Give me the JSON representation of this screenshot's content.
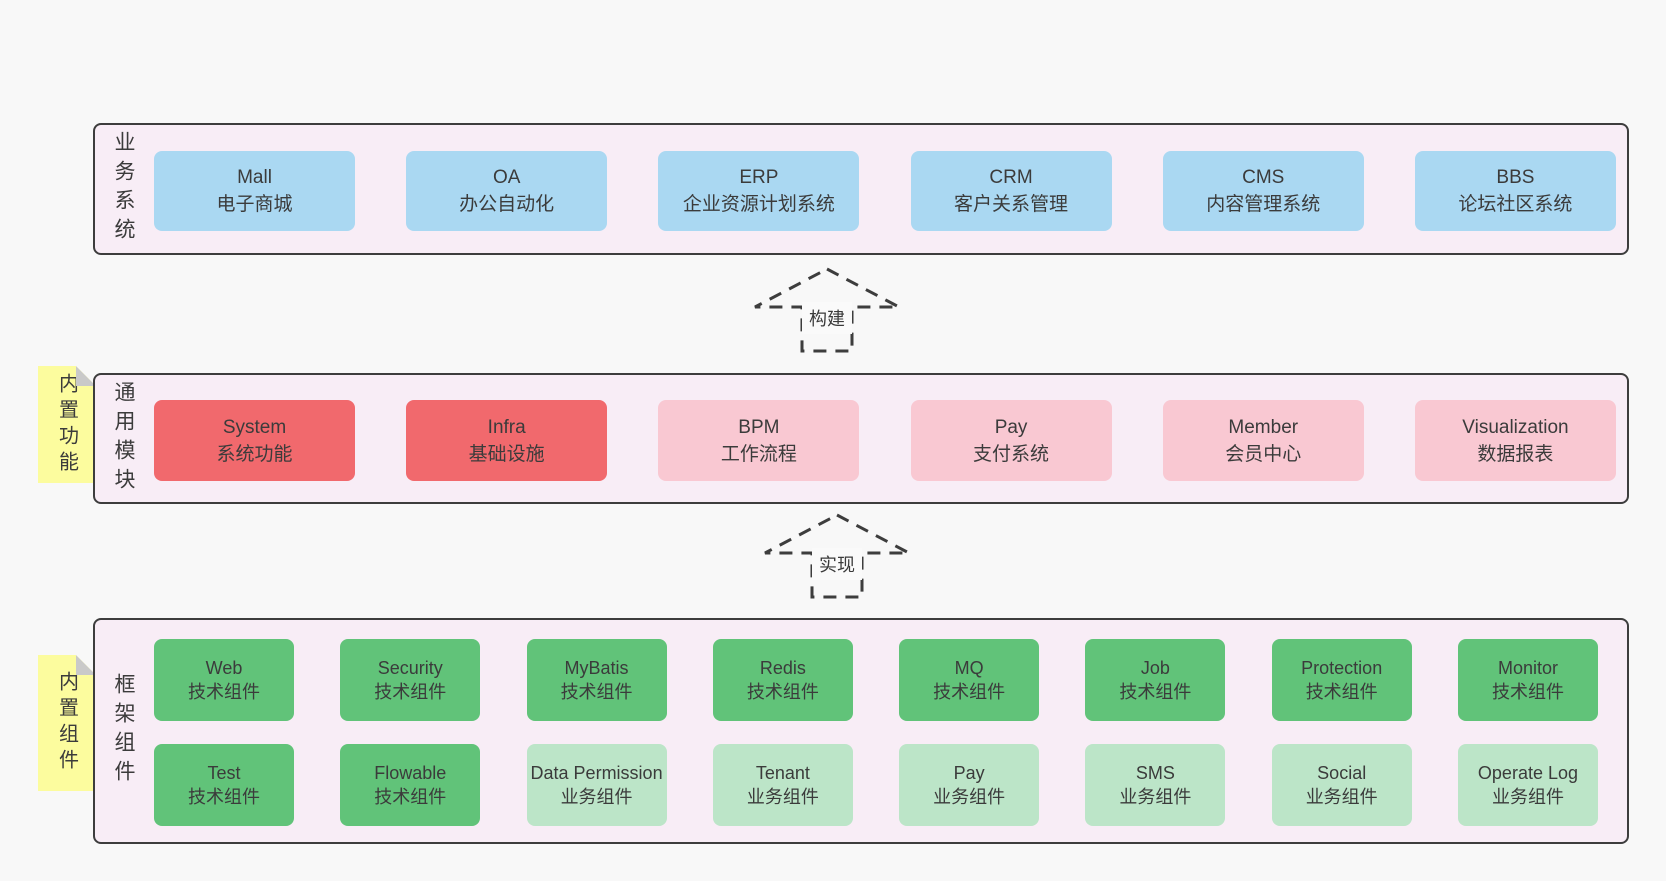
{
  "colors": {
    "page_background": "#f8f8f8",
    "container_fill": "#f8edf6",
    "container_border": "#3d3d3d",
    "box_blue": "#aad8f2",
    "box_red": "#f1696d",
    "box_pink": "#f9c8d2",
    "box_green": "#61c379",
    "box_green_light": "#bce5c8",
    "note_yellow": "#fcfc9e",
    "note_fold_gray": "#c9c9c9",
    "text": "#3b3b3b"
  },
  "arrows": [
    {
      "label": "构建"
    },
    {
      "label": "实现"
    }
  ],
  "layers": {
    "business": {
      "label": "业务系统",
      "boxes": [
        {
          "name": "Mall",
          "desc": "电子商城"
        },
        {
          "name": "OA",
          "desc": "办公自动化"
        },
        {
          "name": "ERP",
          "desc": "企业资源计划系统"
        },
        {
          "name": "CRM",
          "desc": "客户关系管理"
        },
        {
          "name": "CMS",
          "desc": "内容管理系统"
        },
        {
          "name": "BBS",
          "desc": "论坛社区系统"
        }
      ]
    },
    "modules": {
      "label": "通用模块",
      "note": "内置功能",
      "boxes": [
        {
          "name": "System",
          "desc": "系统功能"
        },
        {
          "name": "Infra",
          "desc": "基础设施"
        },
        {
          "name": "BPM",
          "desc": "工作流程"
        },
        {
          "name": "Pay",
          "desc": "支付系统"
        },
        {
          "name": "Member",
          "desc": "会员中心"
        },
        {
          "name": "Visualization",
          "desc": "数据报表"
        }
      ]
    },
    "framework": {
      "label": "框架组件",
      "note": "内置组件",
      "rows": [
        [
          {
            "name": "Web",
            "desc": "技术组件"
          },
          {
            "name": "Security",
            "desc": "技术组件"
          },
          {
            "name": "MyBatis",
            "desc": "技术组件"
          },
          {
            "name": "Redis",
            "desc": "技术组件"
          },
          {
            "name": "MQ",
            "desc": "技术组件"
          },
          {
            "name": "Job",
            "desc": "技术组件"
          },
          {
            "name": "Protection",
            "desc": "技术组件"
          },
          {
            "name": "Monitor",
            "desc": "技术组件"
          }
        ],
        [
          {
            "name": "Test",
            "desc": "技术组件"
          },
          {
            "name": "Flowable",
            "desc": "技术组件"
          },
          {
            "name": "Data Permission",
            "desc": "业务组件"
          },
          {
            "name": "Tenant",
            "desc": "业务组件"
          },
          {
            "name": "Pay",
            "desc": "业务组件"
          },
          {
            "name": "SMS",
            "desc": "业务组件"
          },
          {
            "name": "Social",
            "desc": "业务组件"
          },
          {
            "name": "Operate Log",
            "desc": "业务组件"
          }
        ]
      ]
    }
  }
}
